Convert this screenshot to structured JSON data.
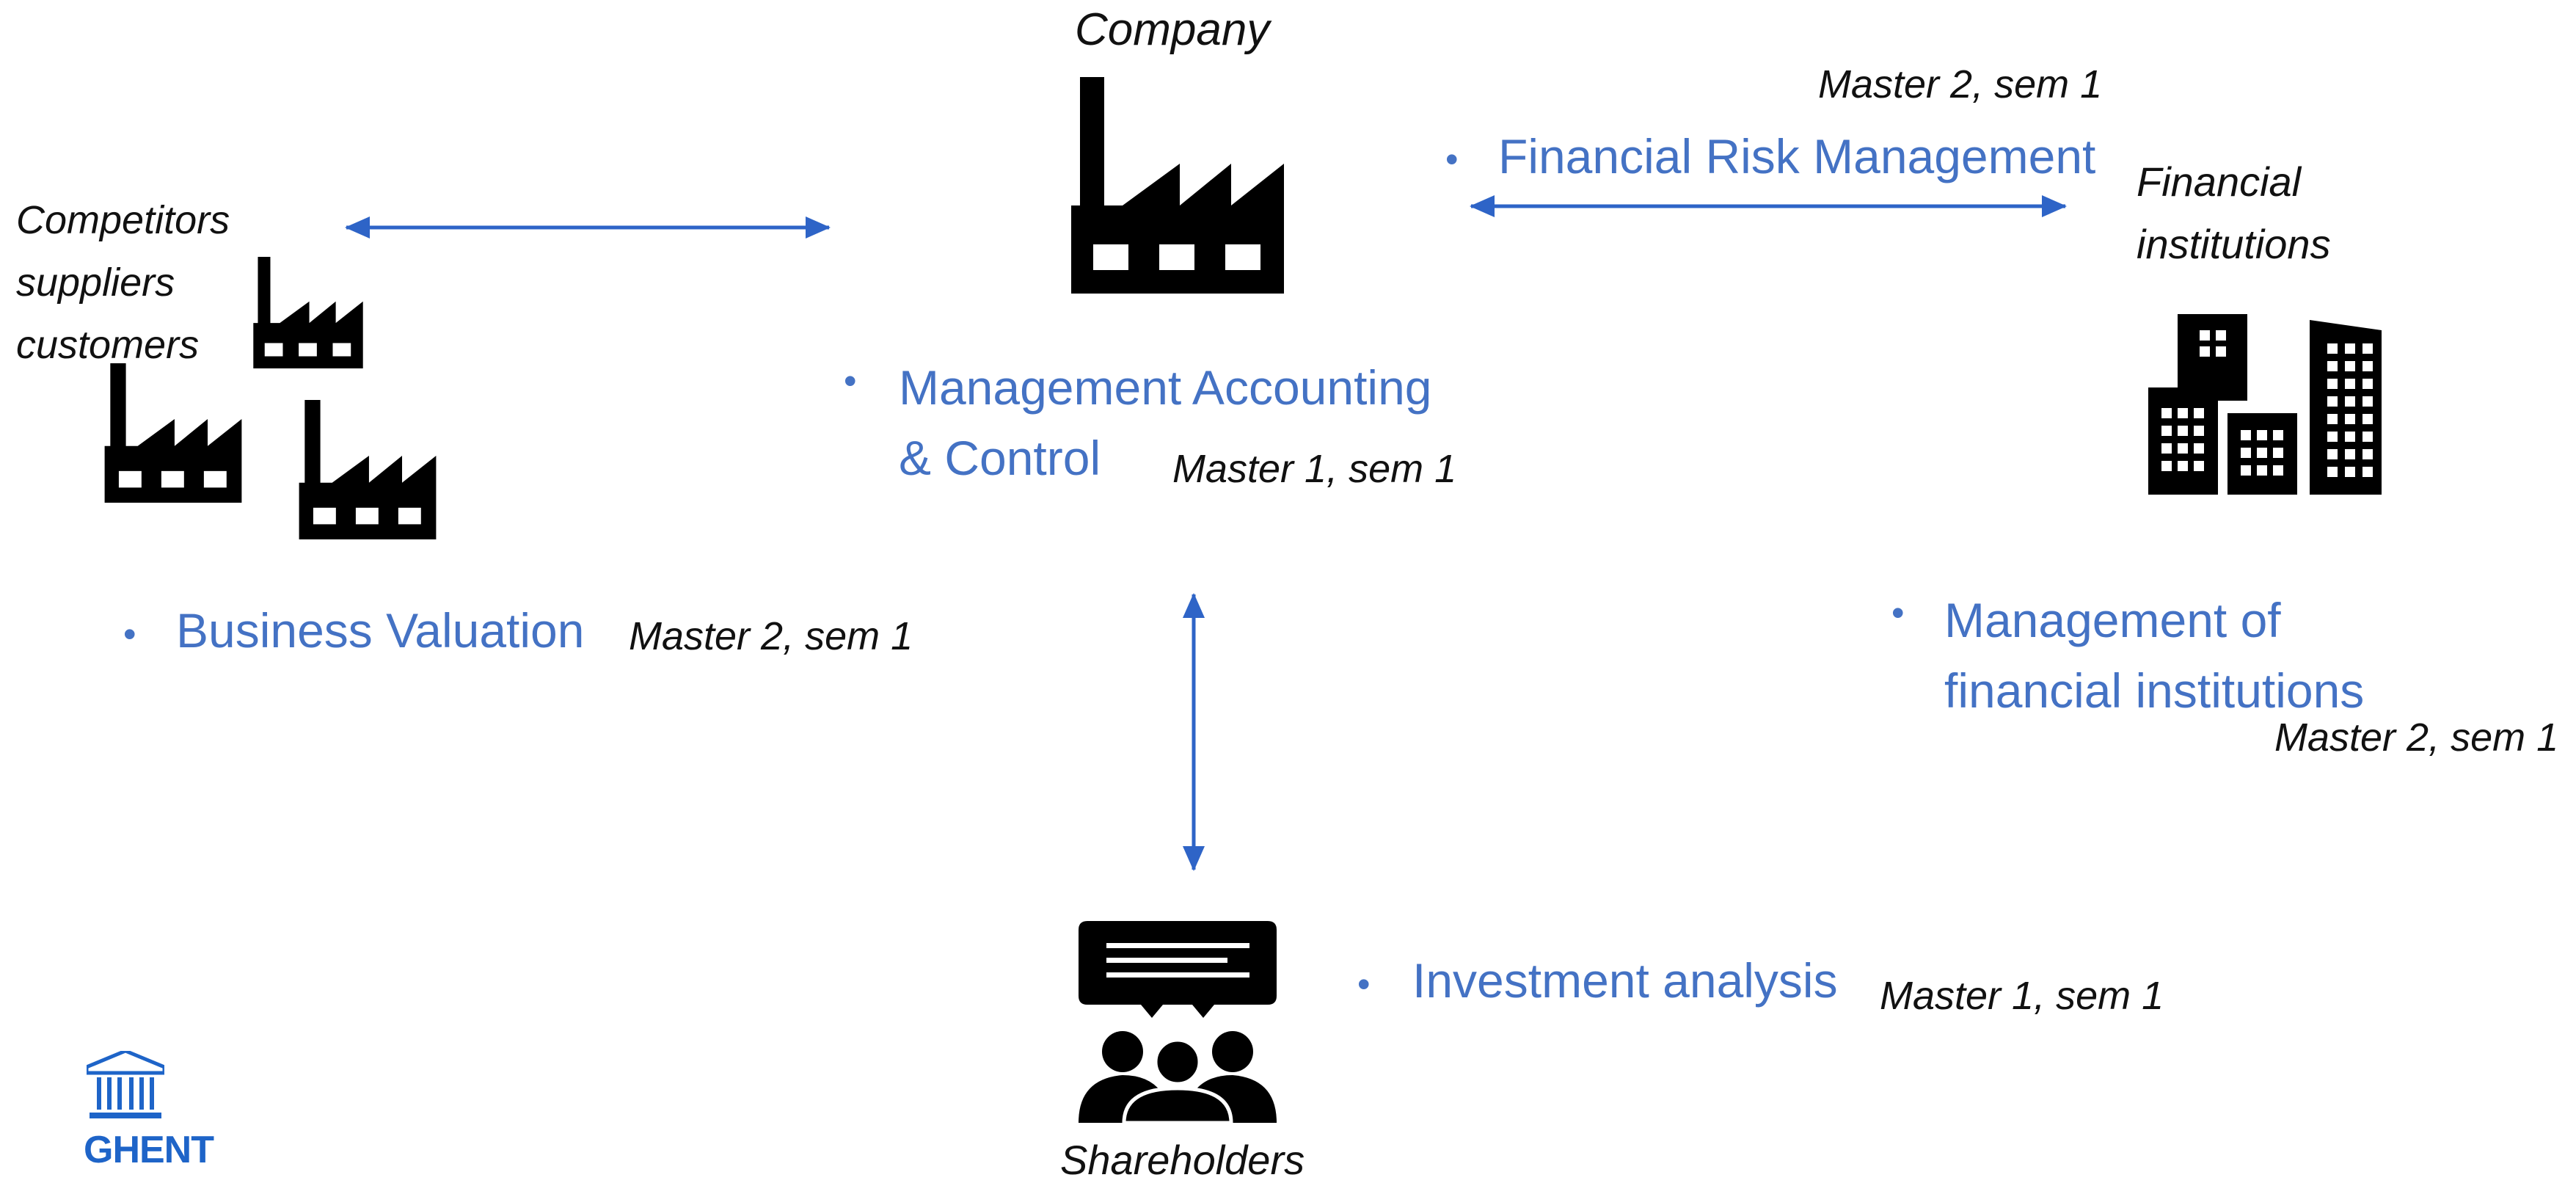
{
  "labels": {
    "company": "Company",
    "competitors": [
      "Competitors",
      "suppliers",
      "customers"
    ],
    "financial_institutions": [
      "Financial",
      "institutions"
    ],
    "shareholders": "Shareholders",
    "logo_text": "GHENT"
  },
  "courses": {
    "financial_risk": {
      "title": "Financial Risk Management",
      "term": "Master 2, sem 1"
    },
    "mac": {
      "title_lines": [
        "Management Accounting",
        "& Control"
      ],
      "term": "Master 1, sem 1"
    },
    "business_valuation": {
      "title": "Business Valuation",
      "term": "Master 2, sem 1"
    },
    "mfi": {
      "title_lines": [
        "Management of",
        "financial institutions"
      ],
      "term": "Master 2, sem 1"
    },
    "investment": {
      "title": "Investment analysis",
      "term": "Master 1, sem 1"
    }
  },
  "bullet_char": "•",
  "colors": {
    "accent": "#4472C4",
    "arrow": "#2E64C7",
    "icon": "#000000",
    "logo": "#1E64C8"
  },
  "icons": [
    "factory-icon",
    "office-buildings-icon",
    "shareholders-icon",
    "university-logo-icon"
  ]
}
